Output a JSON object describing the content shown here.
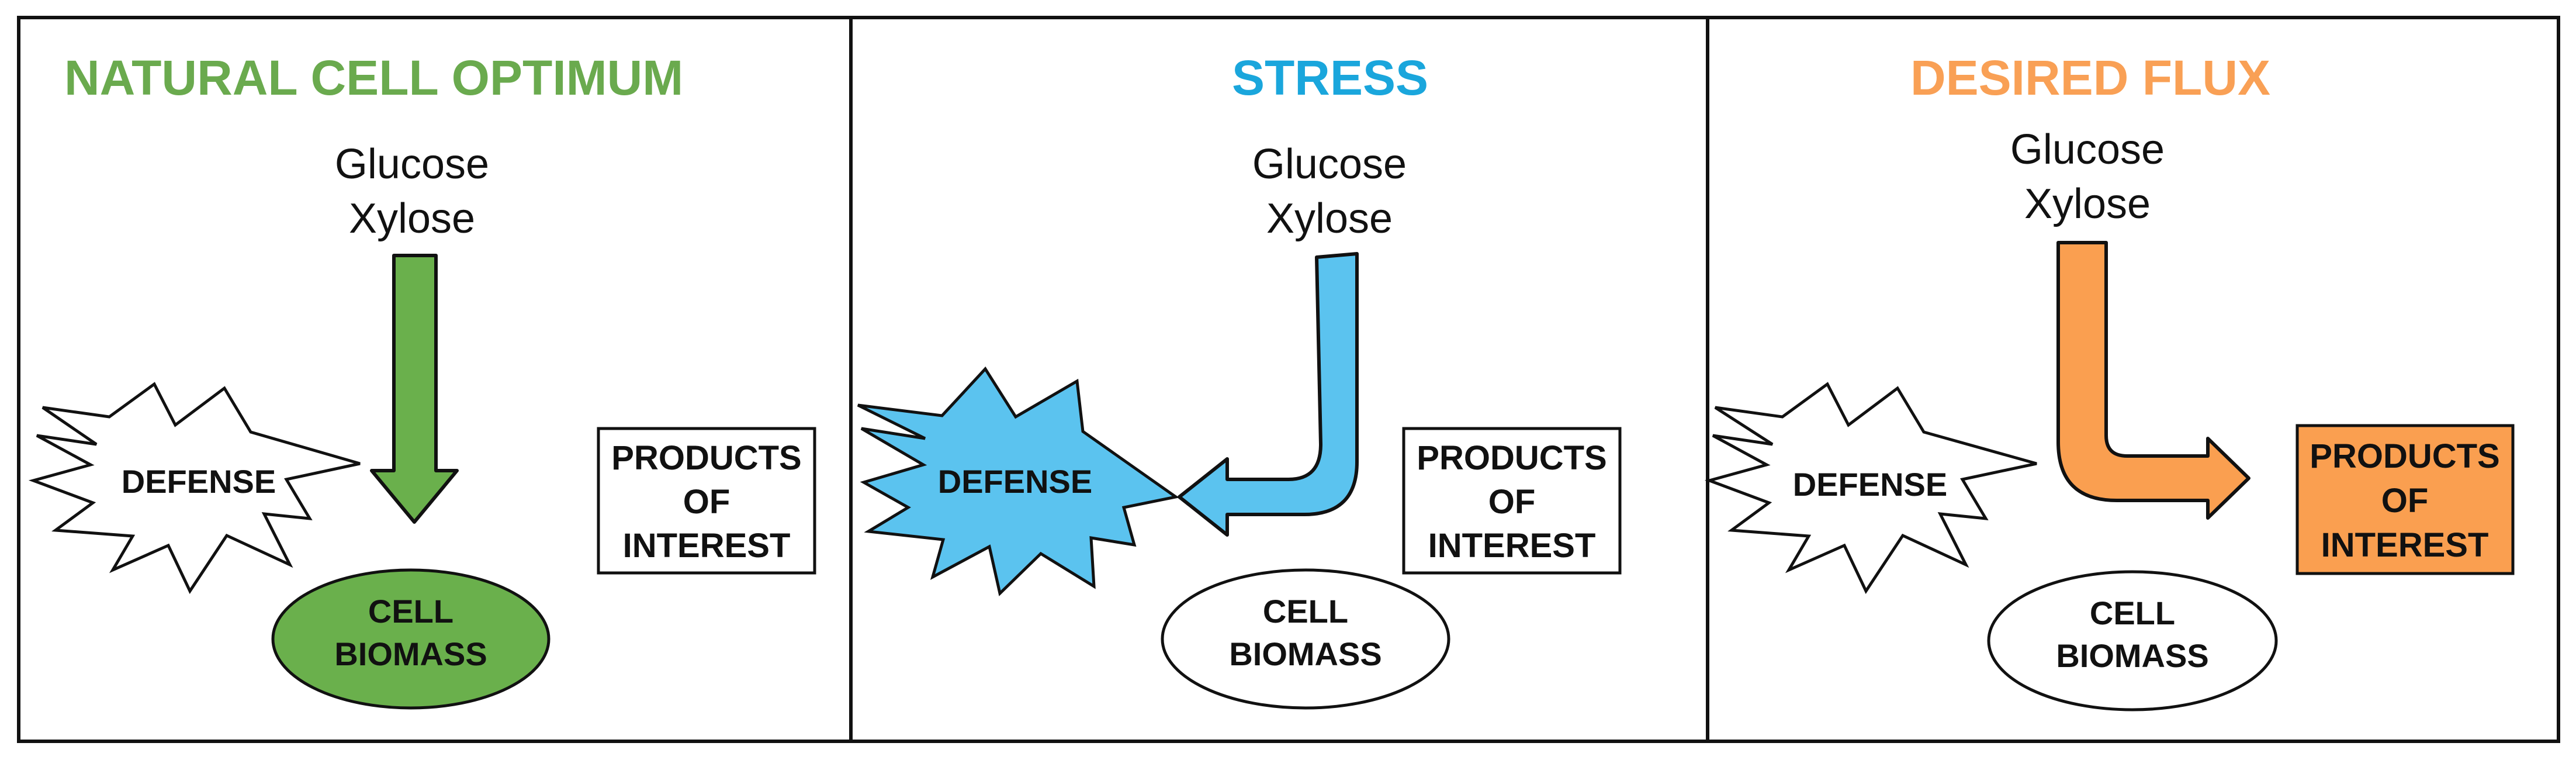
{
  "colors": {
    "green": "#6ab04c",
    "green_title": "#6aaa4e",
    "blue": "#5bc3ef",
    "blue_title": "#1aa6dc",
    "orange": "#fa9f50",
    "orange_title": "#f9a055",
    "outline": "#111111"
  },
  "panels": [
    {
      "title": "NATURAL CELL OPTIMUM",
      "substrate_line1": "Glucose",
      "substrate_line2": "Xylose",
      "defense": "DEFENSE",
      "biomass_line1": "CELL",
      "biomass_line2": "BIOMASS",
      "products_line1": "PRODUCTS",
      "products_line2": "OF",
      "products_line3": "INTEREST"
    },
    {
      "title": "STRESS",
      "substrate_line1": "Glucose",
      "substrate_line2": "Xylose",
      "defense": "DEFENSE",
      "biomass_line1": "CELL",
      "biomass_line2": "BIOMASS",
      "products_line1": "PRODUCTS",
      "products_line2": "OF",
      "products_line3": "INTEREST"
    },
    {
      "title": "DESIRED FLUX",
      "substrate_line1": "Glucose",
      "substrate_line2": "Xylose",
      "defense": "DEFENSE",
      "biomass_line1": "CELL",
      "biomass_line2": "BIOMASS",
      "products_line1": "PRODUCTS",
      "products_line2": "OF",
      "products_line3": "INTEREST"
    }
  ]
}
